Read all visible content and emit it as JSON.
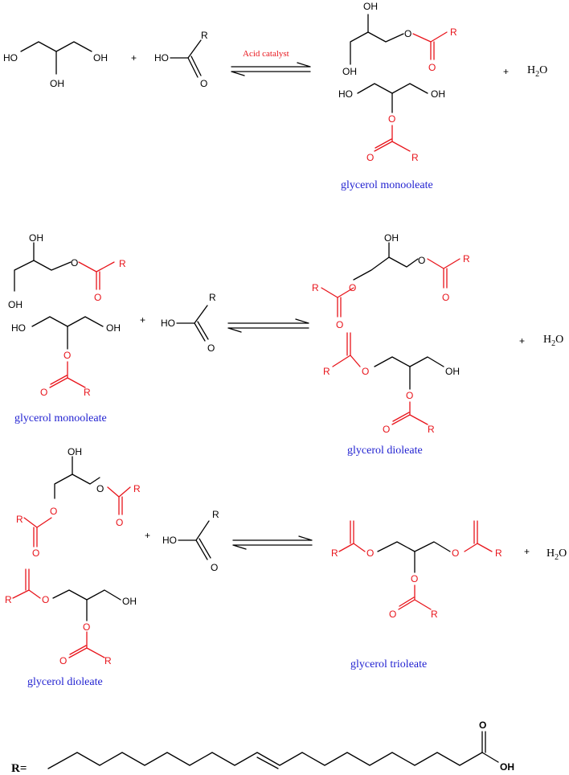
{
  "colors": {
    "bond": "#000000",
    "ester": "#e8141b",
    "caption": "#1f1fd0"
  },
  "atoms": {
    "OH": "OH",
    "HO": "HO",
    "O": "O",
    "R": "R"
  },
  "symbols": {
    "plus": "+",
    "water_h": "H",
    "water_sub": "2",
    "water_o": "O"
  },
  "reaction1": {
    "catalyst": "Acid catalyst",
    "product_caption": "glycerol monooleate"
  },
  "reaction2": {
    "reactant_caption": "glycerol monooleate",
    "product_caption": "glycerol dioleate"
  },
  "reaction3": {
    "reactant_caption": "glycerol dioleate",
    "product_caption": "glycerol trioleate"
  },
  "r_definition": {
    "label": "R="
  }
}
